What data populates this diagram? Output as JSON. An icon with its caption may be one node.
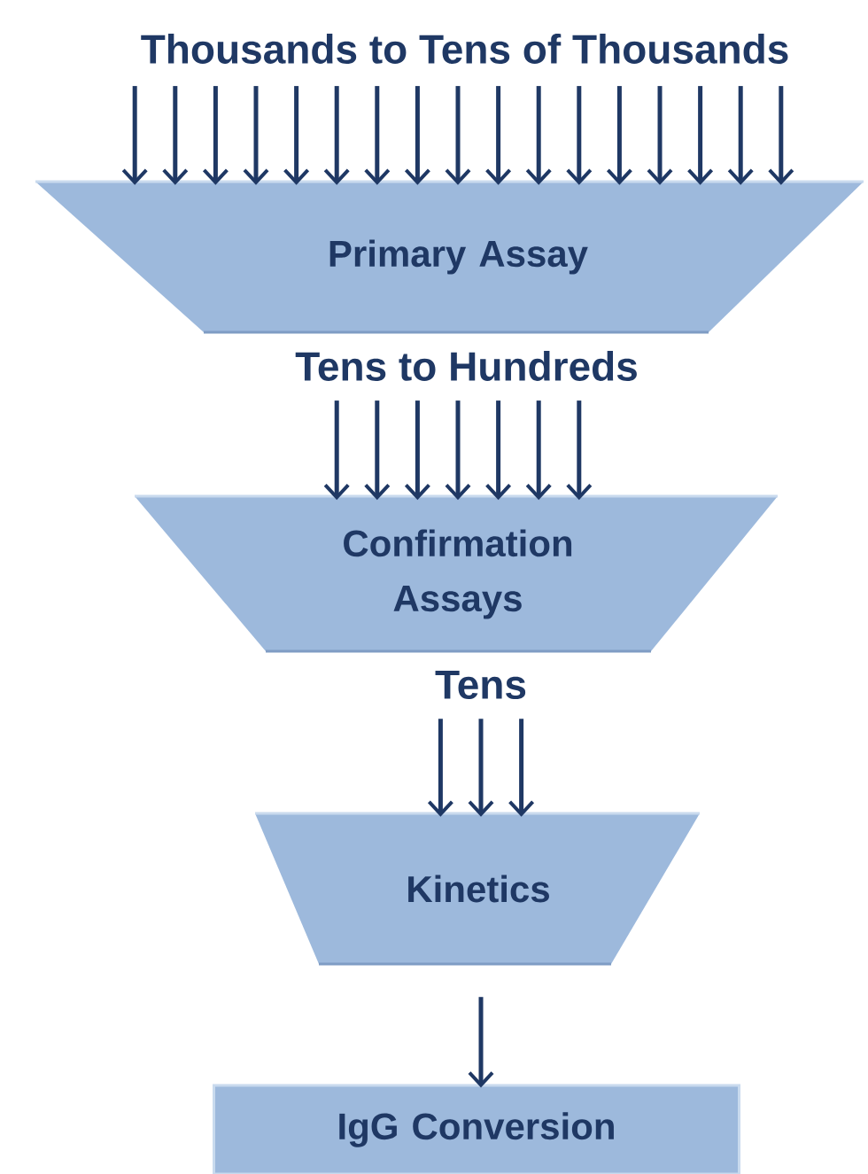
{
  "diagram": {
    "nodes": [
      {
        "text": [
          "Thousands to Tens of Thousands"
        ]
      },
      {
        "text": [
          "Primary Assay"
        ]
      },
      {
        "text": [
          "Tens to Hundreds"
        ]
      },
      {
        "text": [
          "Confirmation Assays"
        ]
      },
      {
        "text": [
          "Tens"
        ]
      },
      {
        "text": [
          "Kinetics"
        ]
      },
      {
        "text": [
          "IgG Conversion"
        ]
      }
    ],
    "edges": [
      {
        "from": 0,
        "to": 1,
        "arrow": "to"
      },
      {
        "from": 0,
        "to": 1,
        "arrow": "to"
      },
      {
        "from": 0,
        "to": 1,
        "arrow": "to"
      },
      {
        "from": 0,
        "to": 1,
        "arrow": "to"
      },
      {
        "from": 0,
        "to": 1,
        "arrow": "to"
      },
      {
        "from": 0,
        "to": 1,
        "arrow": "to"
      },
      {
        "from": 0,
        "to": 1,
        "arrow": "to"
      },
      {
        "from": 0,
        "to": 1,
        "arrow": "to"
      },
      {
        "from": 0,
        "to": 1,
        "arrow": "to"
      },
      {
        "from": 0,
        "to": 1,
        "arrow": "to"
      },
      {
        "from": 0,
        "to": 1,
        "arrow": "to"
      },
      {
        "from": 0,
        "to": 1,
        "arrow": "to"
      },
      {
        "from": 0,
        "to": 1,
        "arrow": "to"
      },
      {
        "from": 0,
        "to": 1,
        "arrow": "to"
      },
      {
        "from": 0,
        "to": 1,
        "arrow": "to"
      },
      {
        "from": 0,
        "to": 1,
        "arrow": "to"
      },
      {
        "from": 0,
        "to": 1,
        "arrow": "to"
      },
      {
        "from": 2,
        "to": 3,
        "arrow": "to"
      },
      {
        "from": 2,
        "to": 3,
        "arrow": "to"
      },
      {
        "from": 2,
        "to": 3,
        "arrow": "to"
      },
      {
        "from": 2,
        "to": 3,
        "arrow": "to"
      },
      {
        "from": 2,
        "to": 3,
        "arrow": "to"
      },
      {
        "from": 2,
        "to": 3,
        "arrow": "to"
      },
      {
        "from": 2,
        "to": 3,
        "arrow": "to"
      },
      {
        "from": 4,
        "to": 5,
        "arrow": "to"
      },
      {
        "from": 4,
        "to": 5,
        "arrow": "to"
      },
      {
        "from": 4,
        "to": 5,
        "arrow": "to"
      },
      {
        "from": 5,
        "to": 6,
        "arrow": "to"
      }
    ]
  }
}
